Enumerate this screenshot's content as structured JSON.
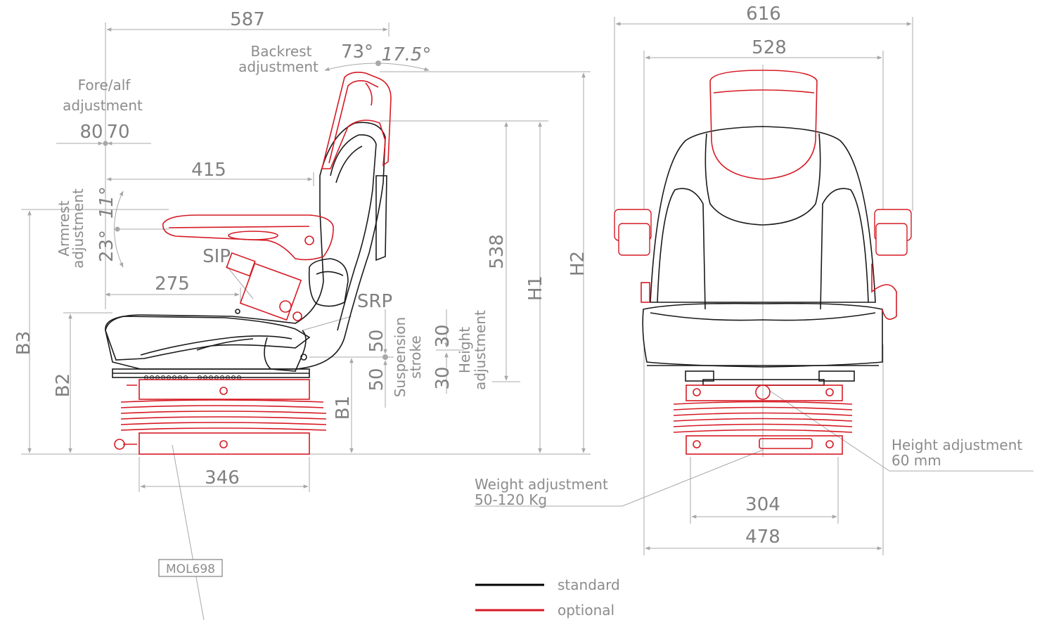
{
  "side_view": {
    "dim_overall_depth": "587",
    "backrest_label_line1": "Backrest",
    "backrest_label_line2": "adjustment",
    "backrest_angle_a": "73°",
    "backrest_angle_b": "17.5°",
    "foreaft_label_line1": "Fore/alf",
    "foreaft_label_line2": "adjustment",
    "foreaft_back": "80",
    "foreaft_fwd": "70",
    "dim_armrest_depth": "415",
    "armrest_label_line1": "Armrest",
    "armrest_label_line2": "adjustment",
    "armrest_angle_a": "23°",
    "armrest_angle_b": "11°",
    "sip_label": "SIP",
    "srp_label": "SRP",
    "dim_seat_depth": "275",
    "b3_label": "B3",
    "b2_label": "B2",
    "b1_label": "B1",
    "h1_label": "H1",
    "h2_label": "H2",
    "dim_backrest_height": "538",
    "susp_up": "50",
    "susp_down": "50",
    "susp_label_line1": "Suspension",
    "susp_label_line2": "stroke",
    "height_up": "30",
    "height_down": "30",
    "height_label_line1": "Height",
    "height_label_line2": "adjustment",
    "dim_base_depth": "346",
    "model_code": "MOL698"
  },
  "front_view": {
    "dim_overall_width": "616",
    "dim_seat_width": "528",
    "dim_base_width_inner": "304",
    "dim_base_width_outer": "478",
    "height_adj_line1": "Height adjustment",
    "height_adj_line2": "60 mm",
    "weight_adj_line1": "Weight adjustment",
    "weight_adj_line2": "50-120 Kg"
  },
  "legend": {
    "standard_label": "standard",
    "optional_label": "optional",
    "standard_color": "#000000",
    "optional_color": "#d61a24"
  }
}
